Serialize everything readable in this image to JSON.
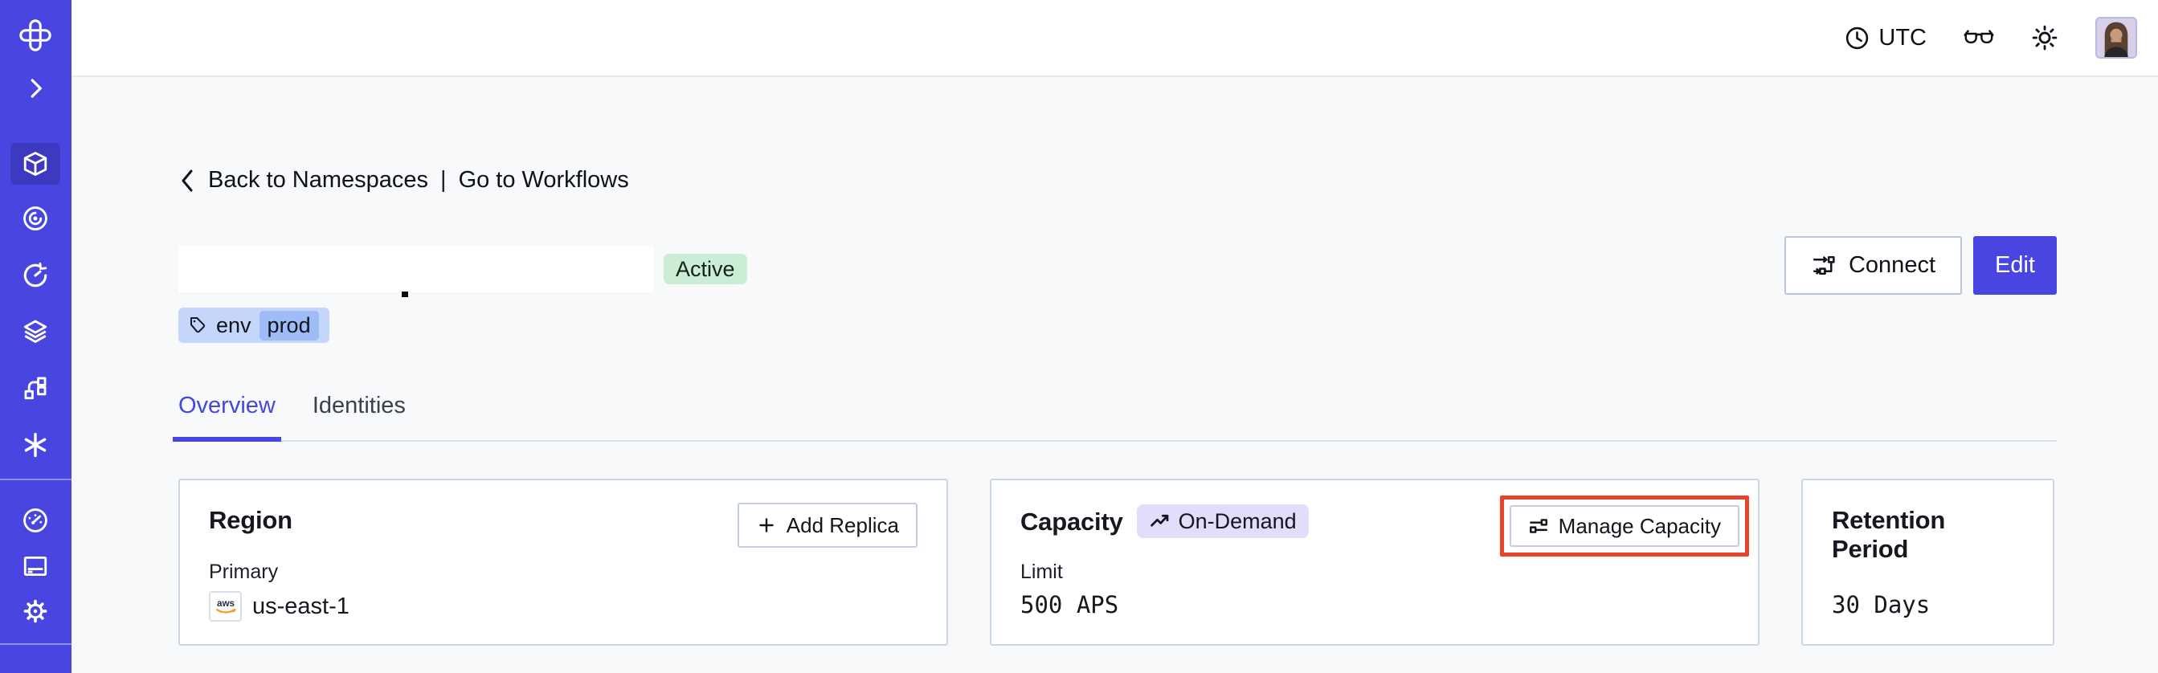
{
  "topbar": {
    "timezone": "UTC"
  },
  "breadcrumb": {
    "back_label": "Back to Namespaces",
    "divider": "|",
    "workflows_label": "Go to Workflows"
  },
  "header": {
    "status_badge": "Active",
    "tag": {
      "key": "env",
      "value": "prod"
    },
    "connect_label": "Connect",
    "edit_label": "Edit"
  },
  "tabs": [
    {
      "label": "Overview",
      "active": true
    },
    {
      "label": "Identities",
      "active": false
    }
  ],
  "cards": {
    "region": {
      "title": "Region",
      "action_label": "Add Replica",
      "field_label": "Primary",
      "provider": "aws",
      "value": "us-east-1"
    },
    "capacity": {
      "title": "Capacity",
      "badge": "On-Demand",
      "action_label": "Manage Capacity",
      "field_label": "Limit",
      "value": "500 APS",
      "highlighted": true
    },
    "retention": {
      "title": "Retention Period",
      "value": "30 Days"
    }
  },
  "colors": {
    "sidebar_indigo": "#4845E0",
    "active_nav": "#3D39C0",
    "accent_indigo": "#4845E0",
    "status_green_bg": "#CBEDD5",
    "tag_blue_bg": "#C5D6FB",
    "tag_pill_bg": "#9FBCF7",
    "badge_purple_bg": "#E3DCFB",
    "annotation_red": "#E8432B",
    "card_border": "#CBD6E4"
  }
}
